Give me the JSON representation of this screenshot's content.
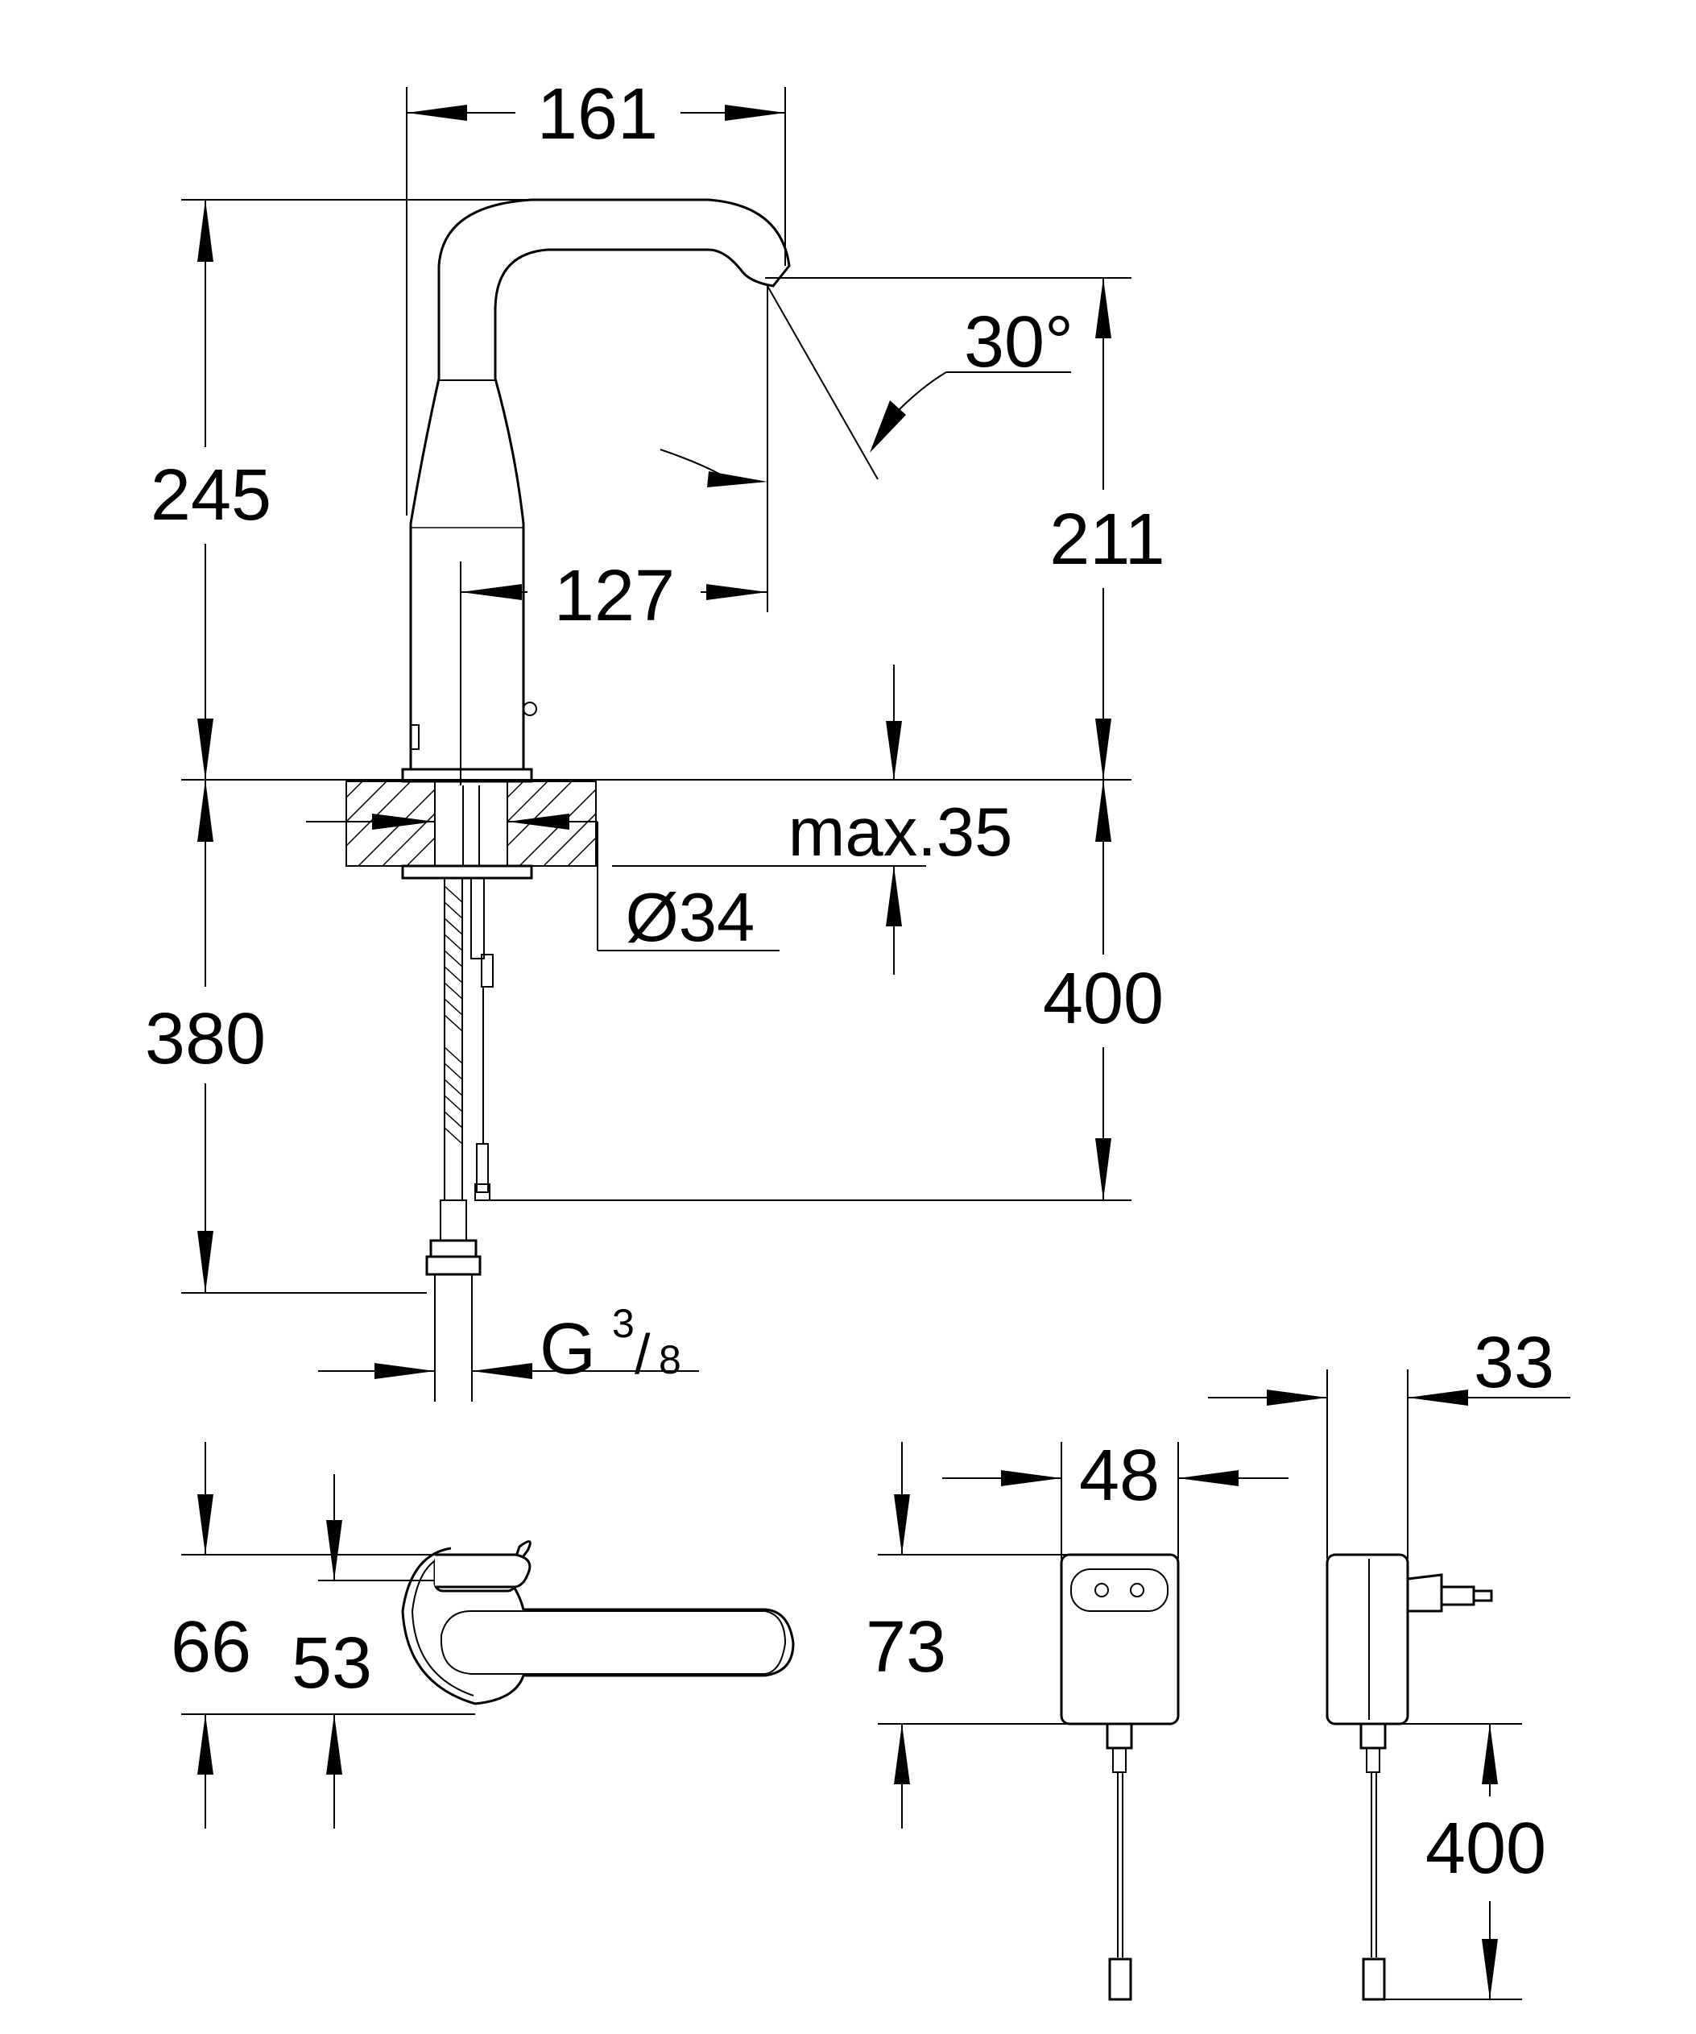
{
  "drawing": {
    "dimensions": {
      "spout_projection": "161",
      "total_height": "245",
      "spray_angle": "30°",
      "outlet_height": "211",
      "outlet_reach": "127",
      "max_thickness": "max.35",
      "hole_diameter": "Ø34",
      "hose_length_supply": "400",
      "hose_length_inlet": "380",
      "thread_main": "G",
      "thread_numerator": "3",
      "thread_denominator": "8",
      "lever_height_outer": "66",
      "lever_height_inner": "53",
      "adapter_height": "73",
      "adapter_width": "48",
      "adapter_depth": "33",
      "adapter_cable_length": "400"
    }
  }
}
